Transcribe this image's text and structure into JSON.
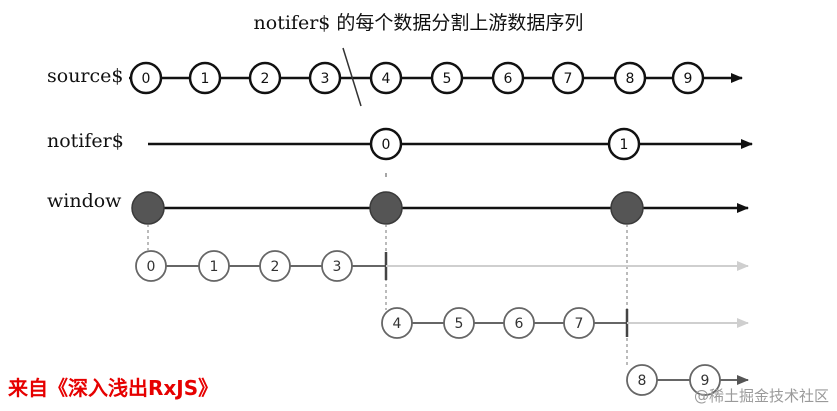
{
  "caption": "notifer$ 的每个数据分割上游数据序列",
  "labels": {
    "source": "source$",
    "notifier": "notifer$",
    "window": "window"
  },
  "source_values": [
    "0",
    "1",
    "2",
    "3",
    "4",
    "5",
    "6",
    "7",
    "8",
    "9"
  ],
  "notifier_values": [
    "0",
    "1"
  ],
  "windows": [
    {
      "values": [
        "0",
        "1",
        "2",
        "3"
      ]
    },
    {
      "values": [
        "4",
        "5",
        "6",
        "7"
      ]
    },
    {
      "values": [
        "8",
        "9"
      ]
    }
  ],
  "credit": "来自《深入浅出RxJS》",
  "watermark": "@稀土掘金技术社区",
  "colors": {
    "line": "#111111",
    "window_dot": "#555555",
    "sub_line": "#666666",
    "faded_line": "#cfcfcf",
    "credit": "#e60000"
  }
}
